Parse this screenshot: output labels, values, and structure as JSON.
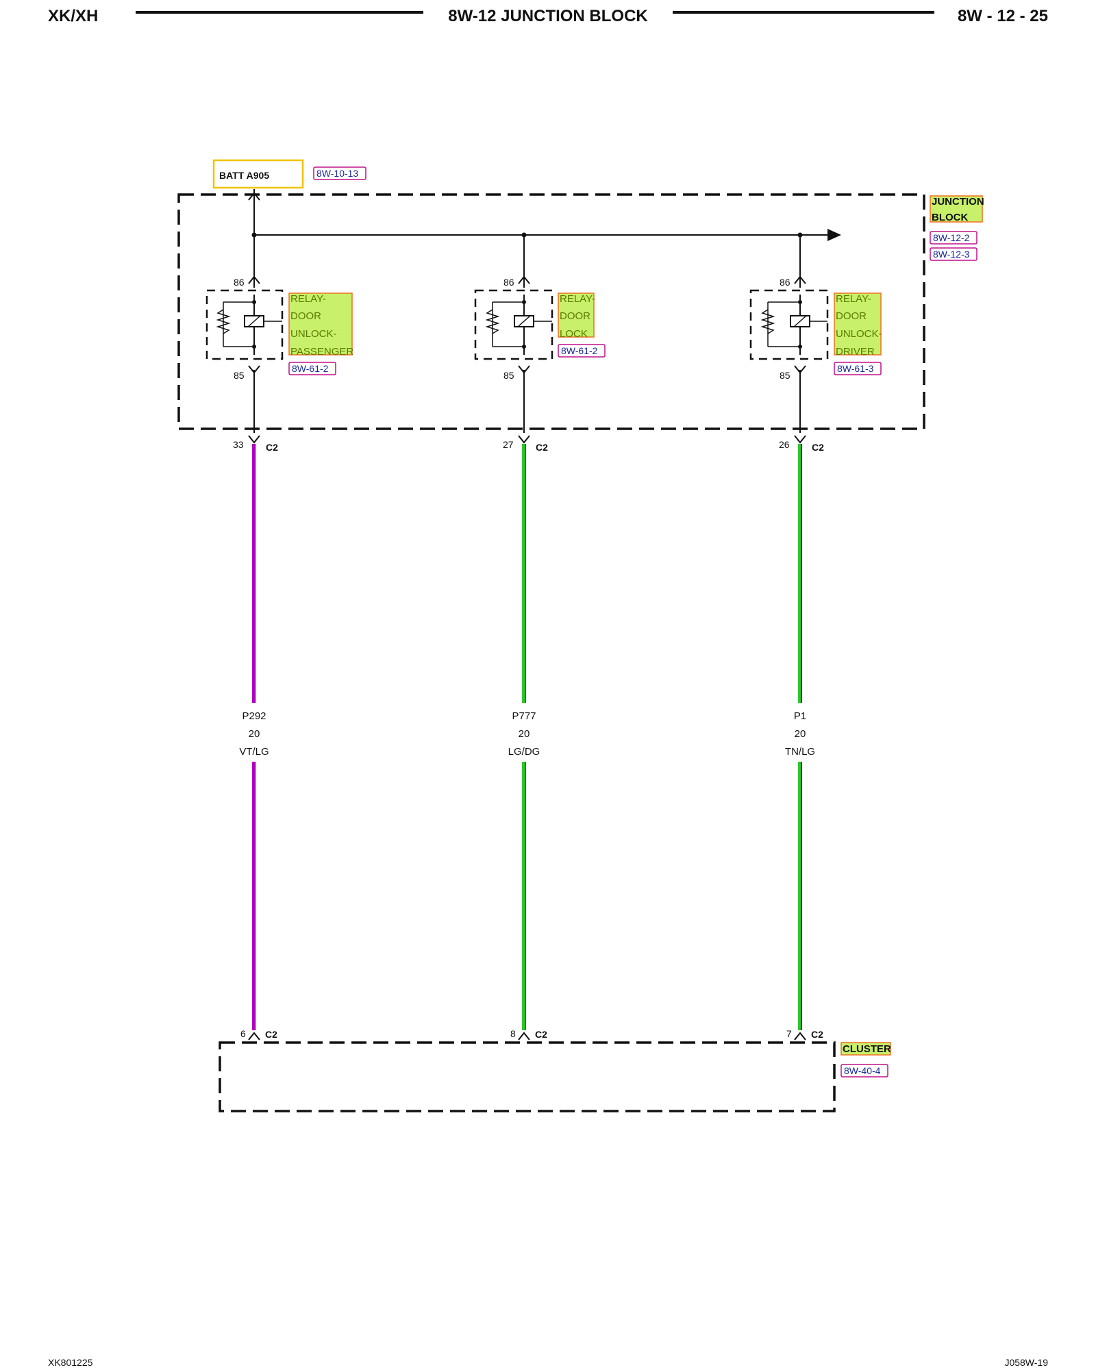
{
  "header": {
    "left": "XK/XH",
    "center": "8W-12 JUNCTION BLOCK",
    "right": "8W - 12 - 25"
  },
  "source": {
    "label": "BATT A905",
    "ref": "8W-10-13"
  },
  "junction_block": {
    "label_line1": "JUNCTION",
    "label_line2": "BLOCK",
    "ref1": "8W-12-2",
    "ref2": "8W-12-3"
  },
  "relays": [
    {
      "label_lines": [
        "RELAY-",
        "DOOR",
        "UNLOCK-",
        "PASSENGER"
      ],
      "ref": "8W-61-2",
      "pin_top": "86",
      "pin_bottom": "85",
      "cavity_top": "33",
      "connector_top": "C2",
      "wire": {
        "circuit": "P292",
        "gauge": "20",
        "color": "VT/LG",
        "stroke": "#b000c0",
        "tracer": "#2ec82e"
      },
      "cavity_bottom": "6",
      "connector_bottom": "C2"
    },
    {
      "label_lines": [
        "RELAY-",
        "DOOR",
        "LOCK"
      ],
      "ref": "8W-61-2",
      "pin_top": "86",
      "pin_bottom": "85",
      "cavity_top": "27",
      "connector_top": "C2",
      "wire": {
        "circuit": "P777",
        "gauge": "20",
        "color": "LG/DG",
        "stroke": "#2ec82e",
        "tracer": "#138a13"
      },
      "cavity_bottom": "8",
      "connector_bottom": "C2"
    },
    {
      "label_lines": [
        "RELAY-",
        "DOOR",
        "UNLOCK-",
        "DRIVER"
      ],
      "ref": "8W-61-3",
      "pin_top": "86",
      "pin_bottom": "85",
      "cavity_top": "26",
      "connector_top": "C2",
      "wire": {
        "circuit": "P1",
        "gauge": "20",
        "color": "TN/LG",
        "stroke": "#2ec82e",
        "tracer": "#4a3a1a"
      },
      "cavity_bottom": "7",
      "connector_bottom": "C2"
    }
  ],
  "cluster": {
    "label": "CLUSTER",
    "ref": "8W-40-4"
  },
  "footer": {
    "left": "XK801225",
    "right": "J058W-19"
  },
  "colors": {
    "label_fill": "#c8f06a",
    "label_border": "#f07020",
    "ref_border": "#c0108a",
    "source_border": "#f2c200"
  }
}
